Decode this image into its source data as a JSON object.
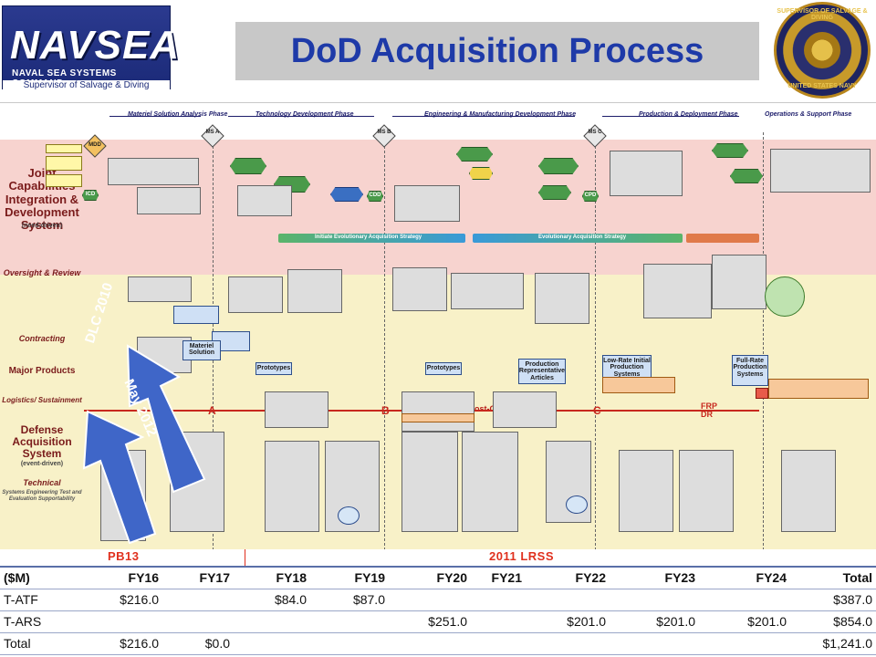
{
  "header": {
    "logo_word": "NAVSEA",
    "logo_line1": "NAVAL SEA SYSTEMS COMMAND",
    "logo_line2": "Supervisor of Salvage & Diving",
    "title": "DoD Acquisition Process",
    "seal_top": "SUPERVISOR OF SALVAGE & DIVING",
    "seal_bottom": "UNITED STATES NAVY"
  },
  "chart": {
    "phases": [
      "Materiel Solution Analysis Phase",
      "Technology Development Phase",
      "Engineering & Manufacturing Development Phase",
      "Production & Deployment Phase",
      "Operations & Support Phase"
    ],
    "milestones": [
      "MS A",
      "MS B",
      "MS C"
    ],
    "rows": {
      "jcids": "Joint Capabilities Integration & Development System",
      "jcids_sub": "(need-driven)",
      "oversight": "Oversight & Review",
      "contracting": "Contracting",
      "major_products": "Major Products",
      "logistics": "Logistics/ Sustainment",
      "defense_acq": "Defense Acquisition System",
      "defense_acq_sub": "(event-driven)",
      "technical": "Technical",
      "technical_sub": "Systems Engineering Test and Evaluation Supportability"
    },
    "strategy_bars": {
      "initiate": "Initiate Evolutionary Acquisition Strategy",
      "evolutionary": "Evolutionary Acquisition Strategy"
    },
    "boxes": {
      "materiel_solution": "Materiel Solution",
      "prototypes_1": "Prototypes",
      "prototypes_2": "Prototypes",
      "production_rep": "Production Representative Articles",
      "lrip": "Low-Rate Initial Production Systems",
      "frp": "Full-Rate Production Systems",
      "post_cdr": "Post-CDR A",
      "frp_dr": "FRP DR",
      "letter_a": "A",
      "letter_b": "B",
      "letter_c": "C",
      "mdd": "MDD",
      "icd": "ICD",
      "cdd": "CDD",
      "cpd": "CPD"
    },
    "arrows": {
      "left": "DLC 2010",
      "right": "May 2012"
    }
  },
  "budget": {
    "label_left": "PB13",
    "label_right": "2011 LRSS",
    "columns": [
      "($M)",
      "FY16",
      "FY17",
      "FY18",
      "FY19",
      "FY20",
      "FY21",
      "FY22",
      "FY23",
      "FY24",
      "Total"
    ],
    "rows": [
      {
        "label": "T-ATF",
        "cells": [
          "$216.0",
          "",
          "$84.0",
          "$87.0",
          "",
          "",
          "",
          "",
          "",
          "$387.0"
        ]
      },
      {
        "label": "T-ARS",
        "cells": [
          "",
          "",
          "",
          "",
          "$251.0",
          "",
          "$201.0",
          "$201.0",
          "$201.0",
          "$854.0"
        ]
      },
      {
        "label": "Total",
        "cells": [
          "$216.0",
          "$0.0",
          "",
          "",
          "",
          "",
          "",
          "",
          "",
          "$1,241.0"
        ]
      }
    ]
  },
  "colors": {
    "title": "#1e3aa8",
    "budget_labels": "#e0301e",
    "arrow_fill": "#3f66c8",
    "jcids_band": "#f7d3cf",
    "oversight_band": "#f8f1c8"
  }
}
